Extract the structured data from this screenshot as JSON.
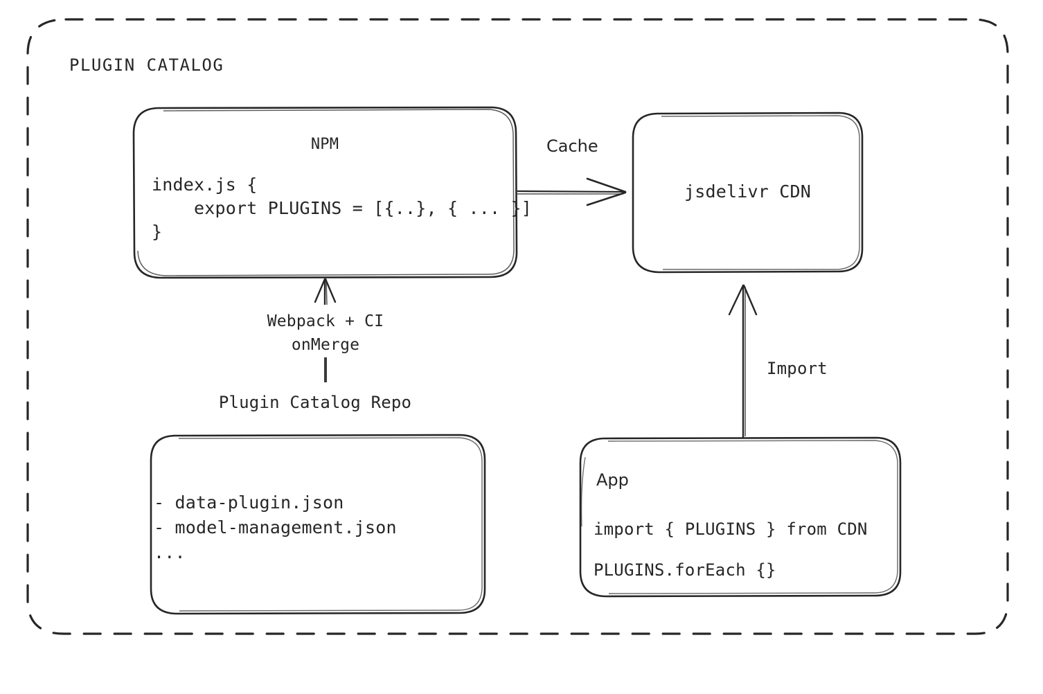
{
  "diagram": {
    "group": {
      "title": "PLUGIN CATALOG"
    },
    "nodes": {
      "npm": {
        "title": "NPM",
        "code_lines": [
          "index.js {",
          "    export PLUGINS = [{..}, { ... }]",
          "}"
        ]
      },
      "cdn": {
        "title": "jsdelivr CDN"
      },
      "repo": {
        "caption": "Plugin Catalog Repo",
        "items": [
          "- data-plugin.json",
          "- model-management.json",
          "..."
        ]
      },
      "app": {
        "title": "App",
        "code_lines": [
          "import { PLUGINS } from CDN",
          "PLUGINS.forEach {}"
        ]
      }
    },
    "edges": {
      "npm_to_cdn": {
        "label": "Cache",
        "direction": "right"
      },
      "repo_to_npm": {
        "label_lines": [
          "Webpack + CI",
          "onMerge"
        ],
        "direction": "up"
      },
      "app_to_cdn": {
        "label": "Import",
        "direction": "up"
      }
    },
    "style": {
      "stroke": "#262626",
      "background": "#ffffff",
      "group_border": "dashed"
    }
  }
}
